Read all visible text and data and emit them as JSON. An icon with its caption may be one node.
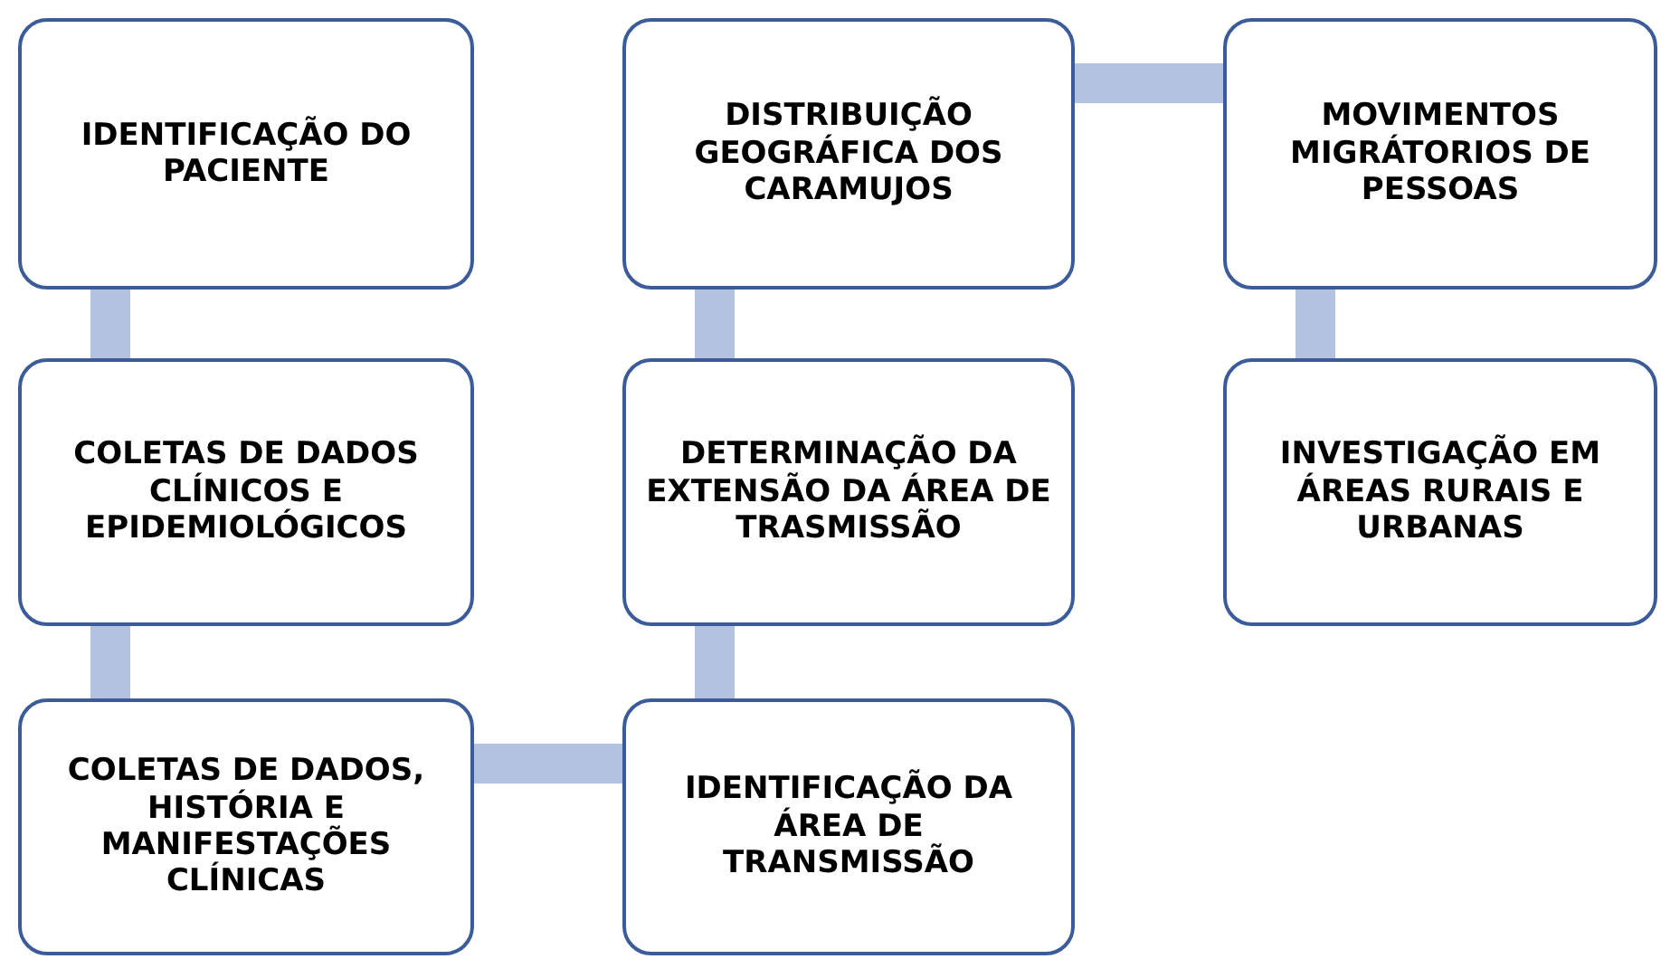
{
  "diagram": {
    "nodes": [
      {
        "text": [
          "IDENTIFICAÇÃO DO PACIENTE"
        ]
      },
      {
        "text": [
          "COLETAS DE DADOS CLÍNICOS E EPIDEMIOLÓGICOS"
        ]
      },
      {
        "text": [
          "COLETAS DE DADOS, HISTÓRIA E MANIFESTAÇÕES CLÍNICAS"
        ]
      },
      {
        "text": [
          "IDENTIFICAÇÃO DA ÁREA DE TRANSMISSÃO"
        ]
      },
      {
        "text": [
          "DETERMINAÇÃO DA EXTENSÃO DA ÁREA DE TRASMISSÃO"
        ]
      },
      {
        "text": [
          "DISTRIBUIÇÃO GEOGRÁFICA DOS CARAMUJOS"
        ]
      },
      {
        "text": [
          "MOVIMENTOS MIGRÁTORIOS DE PESSOAS"
        ]
      },
      {
        "text": [
          "INVESTIGAÇÃO EM ÁREAS RURAIS E URBANAS"
        ]
      }
    ],
    "edges": [
      {
        "from": 0,
        "to": 1,
        "arrow": "none"
      },
      {
        "from": 1,
        "to": 2,
        "arrow": "none"
      },
      {
        "from": 2,
        "to": 3,
        "arrow": "none"
      },
      {
        "from": 3,
        "to": 4,
        "arrow": "none"
      },
      {
        "from": 4,
        "to": 5,
        "arrow": "none"
      },
      {
        "from": 5,
        "to": 6,
        "arrow": "none"
      },
      {
        "from": 6,
        "to": 7,
        "arrow": "none"
      }
    ]
  }
}
